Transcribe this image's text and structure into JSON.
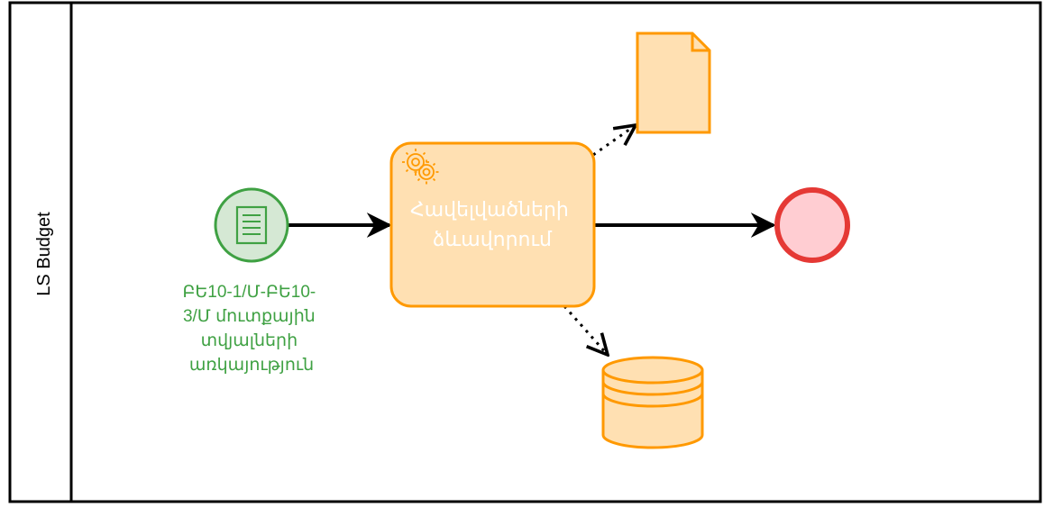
{
  "pool": {
    "lane_label": "LS Budget"
  },
  "start_event": {
    "icon": "document-icon",
    "label_lines": [
      "ԲԵ10-1/Մ-ԲԵ10-",
      "3/Մ մուտքային",
      "տվյալների",
      "առկայություն"
    ],
    "color": "#3fa143",
    "fill": "#d5e8d4"
  },
  "task": {
    "icon": "gears-icon",
    "label_lines": [
      "Հավելվածների",
      "ձևավորում"
    ],
    "stroke": "#ff9900",
    "fill": "#ffe0b2"
  },
  "data_object": {
    "icon": "document-icon",
    "stroke": "#ff9900",
    "fill": "#ffe0b2"
  },
  "data_store": {
    "icon": "database-icon",
    "stroke": "#ff9900",
    "fill": "#ffe0b2"
  },
  "end_event": {
    "stroke": "#e53935",
    "fill": "#ffcdd2"
  }
}
